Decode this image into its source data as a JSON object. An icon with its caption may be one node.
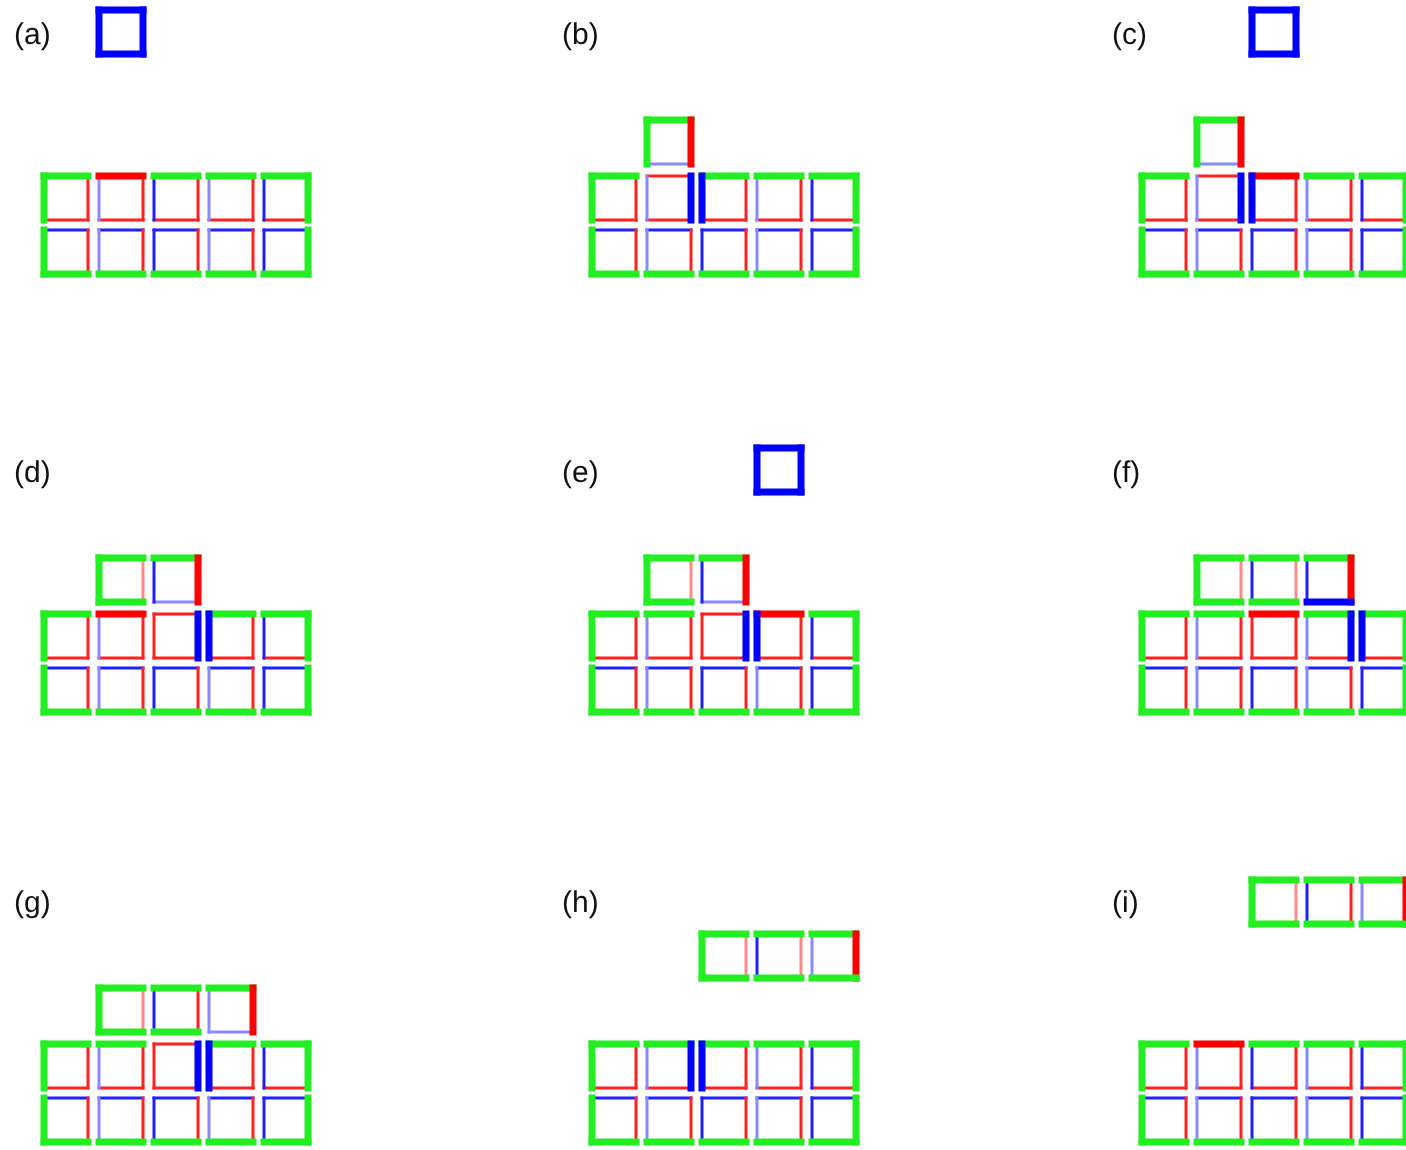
{
  "diagram": {
    "labels": [
      "(a)",
      "(b)",
      "(c)",
      "(d)",
      "(e)",
      "(f)",
      "(g)",
      "(h)",
      "(i)"
    ]
  }
}
